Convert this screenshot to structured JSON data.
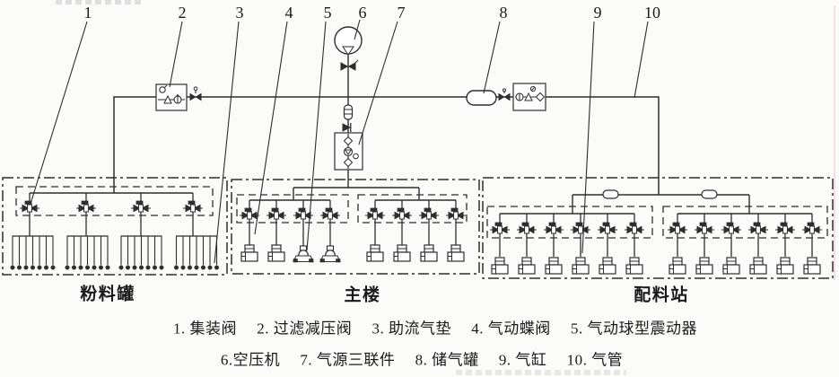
{
  "callouts": [
    {
      "label": "1"
    },
    {
      "label": "2"
    },
    {
      "label": "3"
    },
    {
      "label": "4"
    },
    {
      "label": "5"
    },
    {
      "label": "6"
    },
    {
      "label": "7"
    },
    {
      "label": "8"
    },
    {
      "label": "9"
    },
    {
      "label": "10"
    }
  ],
  "section_labels": {
    "powder_tank": "粉料罐",
    "main_building": "主楼",
    "batching_station": "配料站"
  },
  "legend": {
    "line1": "1. 集装阀　 2. 过滤减压阀　 3. 助流气垫　 4. 气动蝶阀　 5. 气动球型震动器",
    "line2": "6.空压机　 7. 气源三联件　 8. 储气罐　 9. 气缸　 10. 气管"
  },
  "icons": {
    "air_compressor": "circle-with-down-triangle",
    "shutoff_valve": "filled-bowtie",
    "muffler": "vertical-capsule",
    "check_valve": "triangle-and-bar",
    "air_source_triplet": "box-with-stacked-diamonds",
    "filter_pressure_reducer": "box-with-gauge",
    "air_receiver_tank": "horizontal-capsule",
    "hose_coupler": "small-oval-on-line",
    "control_valve": "bowtie-with-actuator",
    "flow_aid_air_cushion": "comb-with-dots",
    "air_cylinder": "stacked-rectangles",
    "ball_vibrator": "circle-on-base"
  },
  "colors": {
    "line": "#2e2e2e",
    "text": "#1a1a1a",
    "background": "#fbfbfa",
    "scan_artifact_pink": "#edbfcc"
  }
}
